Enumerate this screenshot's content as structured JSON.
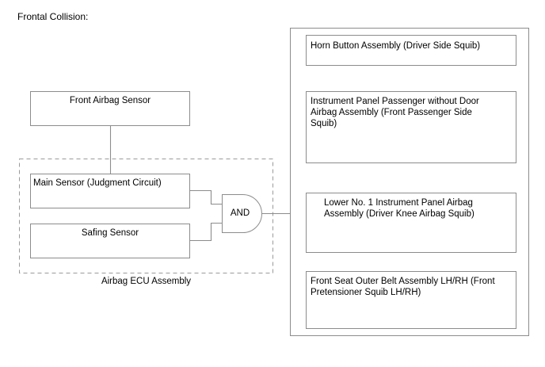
{
  "diagram": {
    "title": "Frontal Collision:",
    "input_box": {
      "label": "Front Airbag Sensor"
    },
    "ecu_group": {
      "caption": "Airbag ECU Assembly",
      "boxes": [
        {
          "label": "Main Sensor (Judgment Circuit)"
        },
        {
          "label": "Safing Sensor"
        }
      ]
    },
    "logic_gate": {
      "label": "AND",
      "type": "and-gate"
    },
    "outputs": [
      {
        "label": "Horn Button Assembly (Driver Side Squib)"
      },
      {
        "label": "Instrument Panel Passenger without Door Airbag Assembly (Front Passenger Side Squib)"
      },
      {
        "label": "Lower No. 1 Instrument Panel Airbag Assembly (Driver Knee Airbag Squib)"
      },
      {
        "label": "Front Seat Outer Belt Assembly LH/RH (Front Pretensioner Squib LH/RH)"
      }
    ]
  },
  "colors": {
    "line": "#8c8c8c",
    "text": "#000000",
    "background": "#ffffff"
  }
}
